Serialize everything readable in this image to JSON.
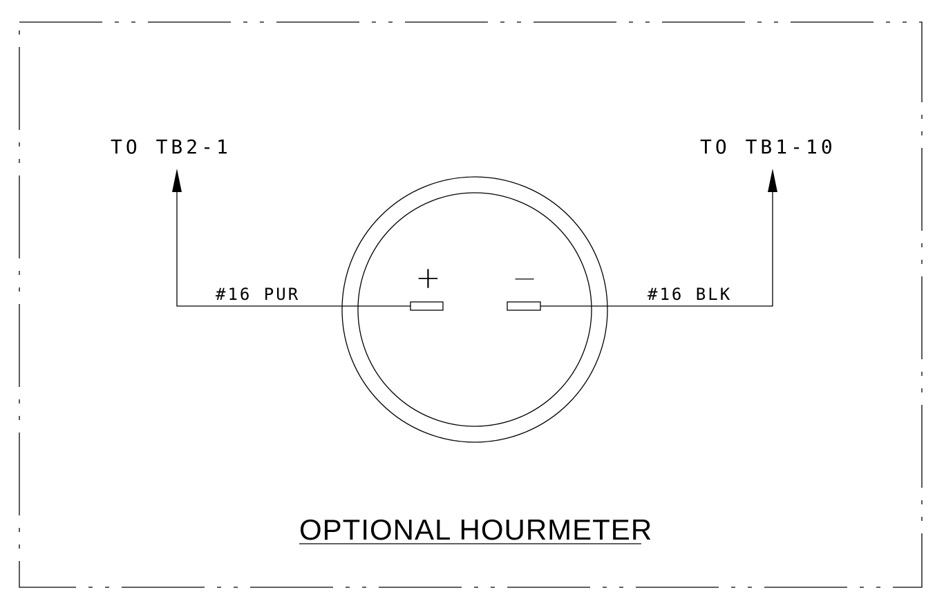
{
  "diagram": {
    "left_terminal_label": "TO TB2-1",
    "right_terminal_label": "TO TB1-10",
    "left_wire_label": "#16 PUR",
    "right_wire_label": "#16 BLK",
    "plus_symbol": "+",
    "minus_symbol": "—",
    "title": "OPTIONAL HOURMETER"
  }
}
